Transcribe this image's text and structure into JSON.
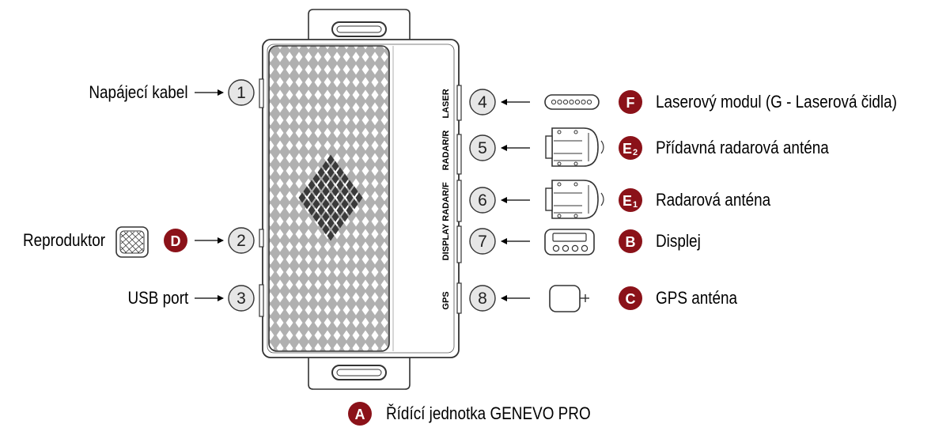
{
  "left_labels": {
    "power_cable": "Napájecí kabel",
    "speaker": "Reproduktor",
    "usb_port": "USB port"
  },
  "ports": [
    "1",
    "2",
    "3",
    "4",
    "5",
    "6",
    "7",
    "8"
  ],
  "port_labels": [
    "LASER",
    "RADAR/R",
    "RADAR/F",
    "DISPLAY",
    "GPS"
  ],
  "components": {
    "laser_module": {
      "badge": "F",
      "label": "Laserový modul (G - Laserová čidla)"
    },
    "additional_radar": {
      "badge": "E",
      "badge_sub": "2",
      "label": "Přídavná radarová anténa"
    },
    "radar_antenna": {
      "badge": "E",
      "badge_sub": "1",
      "label": "Radarová anténa"
    },
    "display": {
      "badge": "B",
      "label": "Displej"
    },
    "gps": {
      "badge": "C",
      "label": "GPS anténa"
    },
    "speaker": {
      "badge": "D"
    },
    "control_unit": {
      "badge": "A",
      "label": "Řídící jednotka GENEVO PRO"
    }
  },
  "colors": {
    "badge": "#8b1219",
    "stroke": "#333333",
    "port_fill": "#e6e6e6",
    "grille": "#a8a8a8"
  }
}
